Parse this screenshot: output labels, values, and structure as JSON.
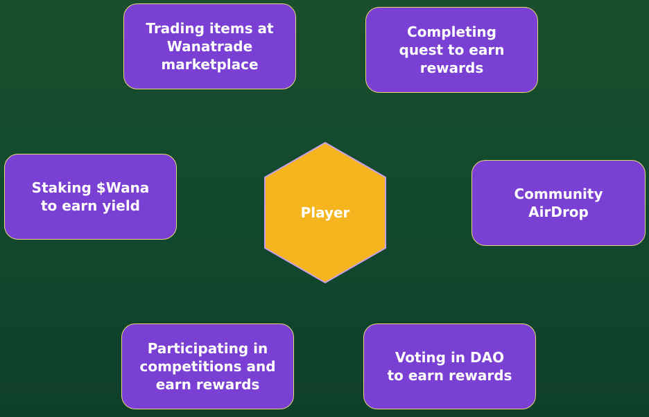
{
  "colors": {
    "box_fill": "#7a3fd3",
    "box_border": "#e8d77a",
    "hex_fill": "#f5b51f",
    "hex_border": "#c9a0e8",
    "text": "#ffffff"
  },
  "center": {
    "label": "Player"
  },
  "nodes": [
    {
      "id": "trading",
      "label": "Trading items at Wanatrade marketplace"
    },
    {
      "id": "quest",
      "label": "Completing quest to earn rewards"
    },
    {
      "id": "staking",
      "label": "Staking $Wana to earn yield"
    },
    {
      "id": "airdrop",
      "label": "Community AirDrop"
    },
    {
      "id": "competitions",
      "label": "Participating in competitions and earn rewards"
    },
    {
      "id": "voting",
      "label": "Voting in DAO to earn rewards"
    }
  ]
}
